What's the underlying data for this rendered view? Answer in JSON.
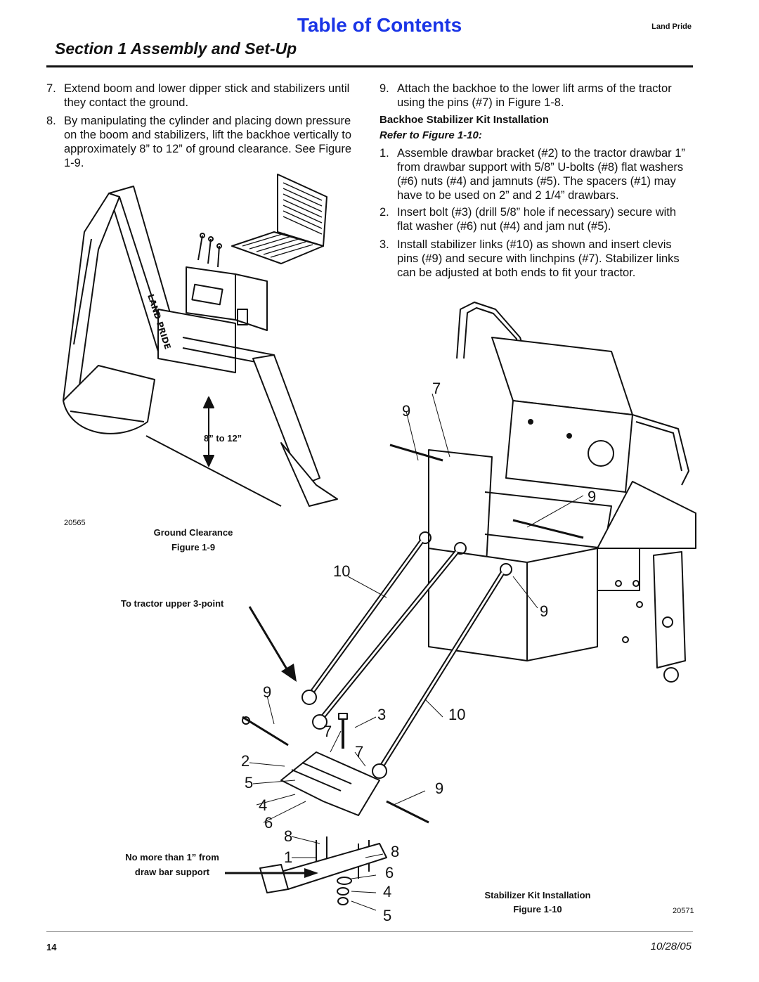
{
  "header": {
    "toc_link": "Table of Contents",
    "brand": "Land Pride",
    "section_title": "Section 1 Assembly and Set-Up"
  },
  "left_column": {
    "steps": [
      {
        "num": "7.",
        "text": "Extend boom and lower dipper stick and stabilizers until they contact the ground."
      },
      {
        "num": "8.",
        "text": "By manipulating the cylinder and placing down pressure on the boom and stabilizers, lift the backhoe vertically to approximately 8” to 12” of ground clearance. See Figure 1-9."
      }
    ]
  },
  "right_column": {
    "step9": {
      "num": "9.",
      "text": "Attach the backhoe to the lower lift arms of the tractor using the pins (#7) in Figure 1-8."
    },
    "heading": "Backhoe Stabilizer Kit Installation",
    "subheading": "Refer to Figure 1-10:",
    "steps": [
      {
        "num": "1.",
        "text": "Assemble drawbar bracket (#2) to the tractor drawbar 1” from drawbar support with 5/8” U-bolts (#8) flat washers (#6) nuts (#4) and jamnuts (#5). The spacers (#1) may have to be used on 2” and 2 1/4” drawbars."
      },
      {
        "num": "2.",
        "text": "Insert bolt (#3) (drill 5/8” hole if necessary) secure with flat washer (#6) nut (#4) and jam nut (#5)."
      },
      {
        "num": "3.",
        "text": "Install stabilizer links (#10) as shown and insert clevis pins (#9) and secure with linchpins (#7). Stabilizer links can be adjusted at both ends to fit your tractor."
      }
    ]
  },
  "figure_1_9": {
    "measure_label": "8” to 12”",
    "part_id": "20565",
    "caption_line1": "Ground Clearance",
    "caption_line2": "Figure 1-9",
    "brand_mark": "LAND PRIDE"
  },
  "figure_1_10": {
    "callout_upper": "To tractor upper 3-point",
    "callout_lower_line1": "No more than 1” from",
    "callout_lower_line2": "draw bar support",
    "caption_line1": "Stabilizer Kit Installation",
    "caption_line2": "Figure 1-10",
    "part_id": "20571",
    "item_labels": [
      "7",
      "9",
      "9",
      "10",
      "9",
      "9",
      "3",
      "10",
      "7",
      "7",
      "2",
      "5",
      "9",
      "4",
      "6",
      "8",
      "1",
      "8",
      "6",
      "4",
      "5"
    ]
  },
  "footer": {
    "page_number": "14",
    "date": "10/28/05"
  }
}
